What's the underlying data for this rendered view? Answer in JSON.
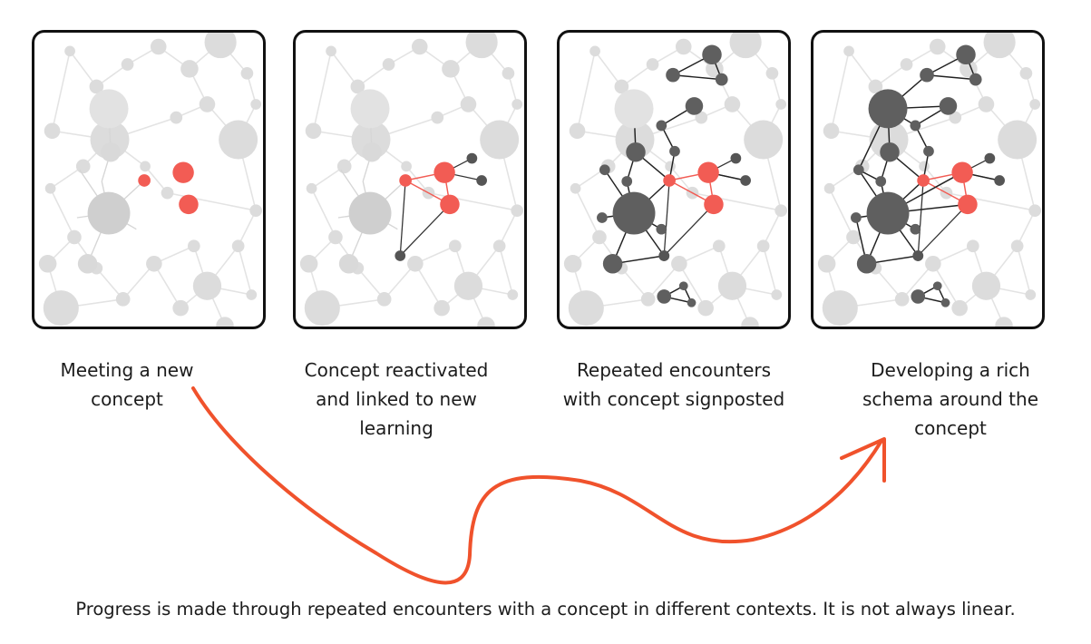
{
  "colors": {
    "concept": "#f25c54",
    "faint": "#d9d9d9",
    "dark": "#5f5f5f",
    "arrow": "#f0522c",
    "border": "#111111"
  },
  "panels": [
    {
      "caption": [
        "Meeting a new",
        "concept"
      ]
    },
    {
      "caption": [
        "Concept reactivated",
        "and linked to new",
        "learning"
      ]
    },
    {
      "caption": [
        "Repeated encounters",
        "with concept signposted"
      ]
    },
    {
      "caption": [
        "Developing a rich",
        "schema around the",
        "concept"
      ]
    }
  ],
  "footer": "Progress is made through repeated encounters with a concept in different contexts. It is not always linear.",
  "arrow": {
    "icon": "curved-arrow-icon"
  }
}
